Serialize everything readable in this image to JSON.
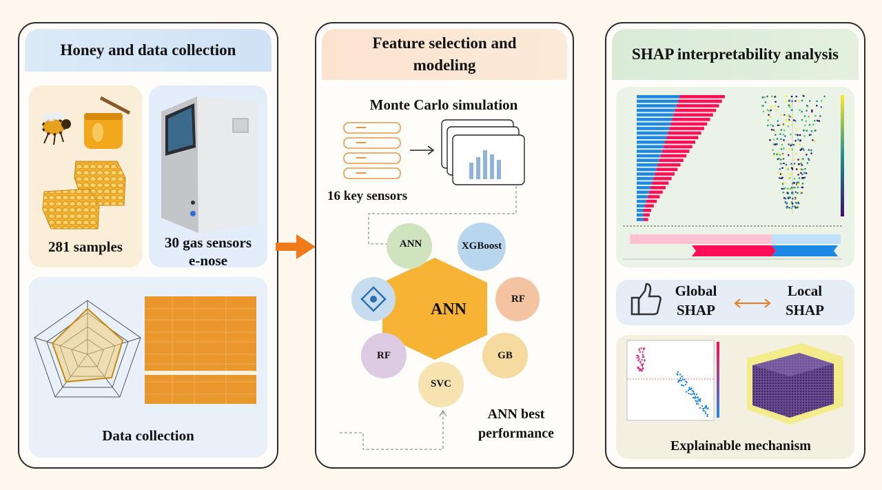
{
  "panel1": {
    "title": "Honey and data collection",
    "samples_label": "281 samples",
    "enose_label_line1": "30 gas sensors",
    "enose_label_line2": "e-nose",
    "data_label": "Data collection"
  },
  "panel2": {
    "title_line1": "Feature selection and",
    "title_line2": "modeling",
    "mc_label": "Monte Carlo simulation",
    "sensors_label": "16 key sensors",
    "center_model": "ANN",
    "models": [
      "ANN",
      "XGBoost",
      "RF",
      "GB",
      "SVC",
      "RF"
    ],
    "best_line1": "ANN best",
    "best_line2": "performance"
  },
  "panel3": {
    "title": "SHAP interpretability analysis",
    "global_line1": "Global",
    "global_line2": "SHAP",
    "local_line1": "Local",
    "local_line2": "SHAP",
    "mechanism_label": "Explainable mechanism"
  },
  "colors": {
    "border": "#2b2b2b",
    "arrow": "#f07a1a",
    "hexagon": "#f7b434",
    "shap_blue": "#1e88e5",
    "shap_pink": "#ff0d57",
    "ann_circle": "#cfe3bf",
    "xgb_circle": "#b9d6ef",
    "rf_circle": "#f4c4a2",
    "gb_circle": "#f6dba0",
    "svc_circle": "#f7e3b0",
    "rf2_circle": "#dccbe3",
    "icon_circle": "#c7ddef"
  },
  "icons": [
    "bee-honey-jar-image",
    "honeycomb-image",
    "e-nose-device-image",
    "radar-chart-icon",
    "heatmap-icon",
    "database-icon",
    "bar-chart-stack-icon",
    "thumbs-up-icon",
    "double-arrow-icon",
    "diamond-icon",
    "arrow-right-icon"
  ]
}
